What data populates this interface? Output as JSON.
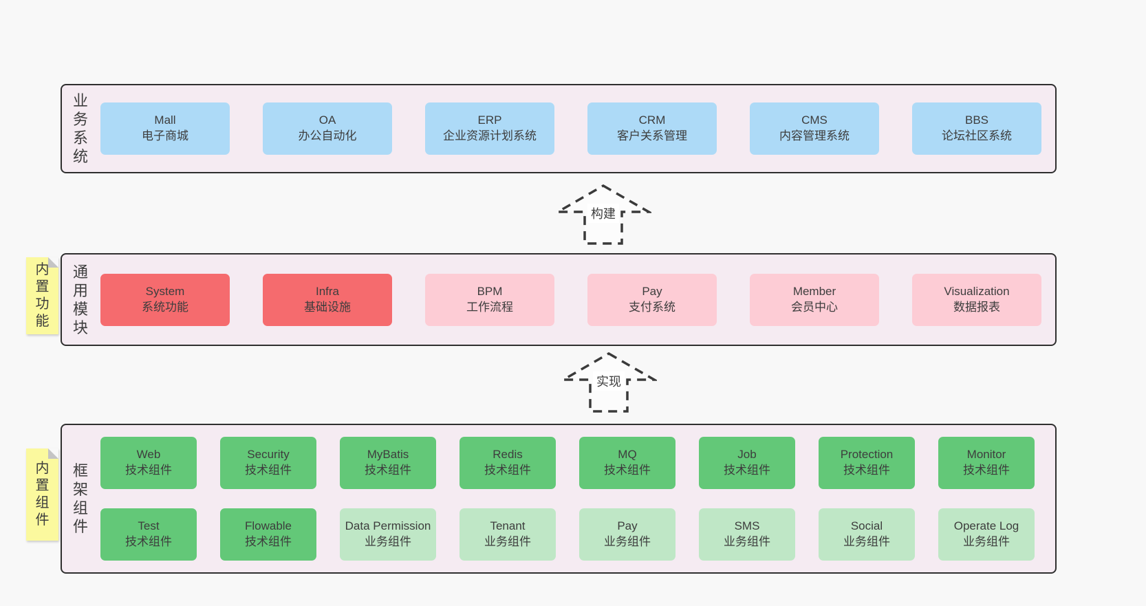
{
  "colors": {
    "page_bg": "#f8f8f8",
    "band_bg": "#f5ebf2",
    "band_border": "#2f2f2f",
    "blue": "#addaf7",
    "red": "#f56b6e",
    "pink": "#fdccd5",
    "green": "#63c878",
    "lightgreen": "#bfe7c6",
    "sticky_yellow": "#fbf99e",
    "arrow_stroke": "#3a3a3a",
    "text": "#3d3d3d"
  },
  "arrows": [
    {
      "label": "构建"
    },
    {
      "label": "实现"
    }
  ],
  "bands": [
    {
      "label": "业务系统",
      "rows": [
        [
          {
            "title": "Mall",
            "subtitle": "电子商城"
          },
          {
            "title": "OA",
            "subtitle": "办公自动化"
          },
          {
            "title": "ERP",
            "subtitle": "企业资源计划系统"
          },
          {
            "title": "CRM",
            "subtitle": "客户关系管理"
          },
          {
            "title": "CMS",
            "subtitle": "内容管理系统"
          },
          {
            "title": "BBS",
            "subtitle": "论坛社区系统"
          }
        ]
      ]
    },
    {
      "label": "通用模块",
      "sticky": "内置功能",
      "rows": [
        [
          {
            "title": "System",
            "subtitle": "系统功能"
          },
          {
            "title": "Infra",
            "subtitle": "基础设施"
          },
          {
            "title": "BPM",
            "subtitle": "工作流程"
          },
          {
            "title": "Pay",
            "subtitle": "支付系统"
          },
          {
            "title": "Member",
            "subtitle": "会员中心"
          },
          {
            "title": "Visualization",
            "subtitle": "数据报表"
          }
        ]
      ]
    },
    {
      "label": "框架组件",
      "sticky": "内置组件",
      "rows": [
        [
          {
            "title": "Web",
            "subtitle": "技术组件"
          },
          {
            "title": "Security",
            "subtitle": "技术组件"
          },
          {
            "title": "MyBatis",
            "subtitle": "技术组件"
          },
          {
            "title": "Redis",
            "subtitle": "技术组件"
          },
          {
            "title": "MQ",
            "subtitle": "技术组件"
          },
          {
            "title": "Job",
            "subtitle": "技术组件"
          },
          {
            "title": "Protection",
            "subtitle": "技术组件"
          },
          {
            "title": "Monitor",
            "subtitle": "技术组件"
          }
        ],
        [
          {
            "title": "Test",
            "subtitle": "技术组件"
          },
          {
            "title": "Flowable",
            "subtitle": "技术组件"
          },
          {
            "title": "Data Permission",
            "subtitle": "业务组件"
          },
          {
            "title": "Tenant",
            "subtitle": "业务组件"
          },
          {
            "title": "Pay",
            "subtitle": "业务组件"
          },
          {
            "title": "SMS",
            "subtitle": "业务组件"
          },
          {
            "title": "Social",
            "subtitle": "业务组件"
          },
          {
            "title": "Operate Log",
            "subtitle": "业务组件"
          }
        ]
      ]
    }
  ]
}
